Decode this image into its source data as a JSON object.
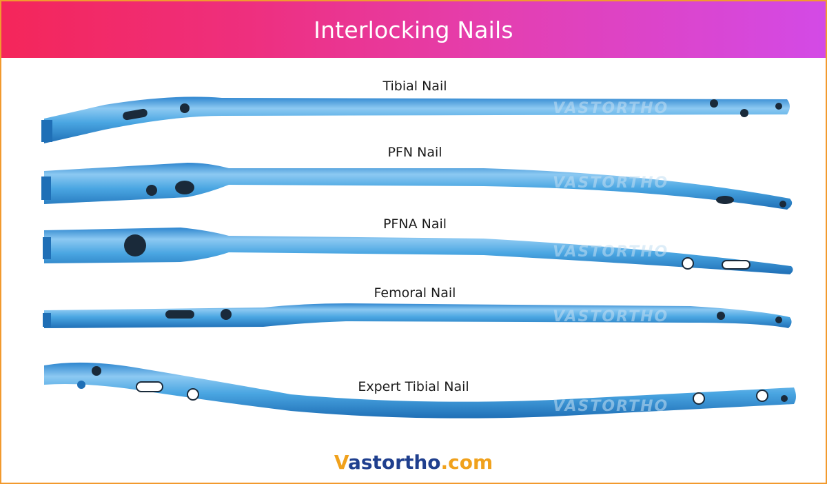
{
  "header": {
    "title": "Interlocking Nails"
  },
  "nails": [
    {
      "label": "Tibial Nail",
      "watermark": "VASTORTHO"
    },
    {
      "label": "PFN Nail",
      "watermark": "VASTORTHO"
    },
    {
      "label": "PFNA Nail",
      "watermark": "VASTORTHO"
    },
    {
      "label": "Femoral Nail",
      "watermark": "VASTORTHO"
    },
    {
      "label": "Expert Tibial Nail",
      "watermark": "VASTORTHO"
    }
  ],
  "logo": {
    "v": "V",
    "rest": "astortho",
    "com": ".com"
  },
  "colors": {
    "header_start": "#f4265a",
    "header_end": "#d34ae6",
    "nail": "#4aa6e2",
    "border": "#f29a2e",
    "logo_orange": "#f0a11c",
    "logo_blue": "#1f3f8e"
  }
}
